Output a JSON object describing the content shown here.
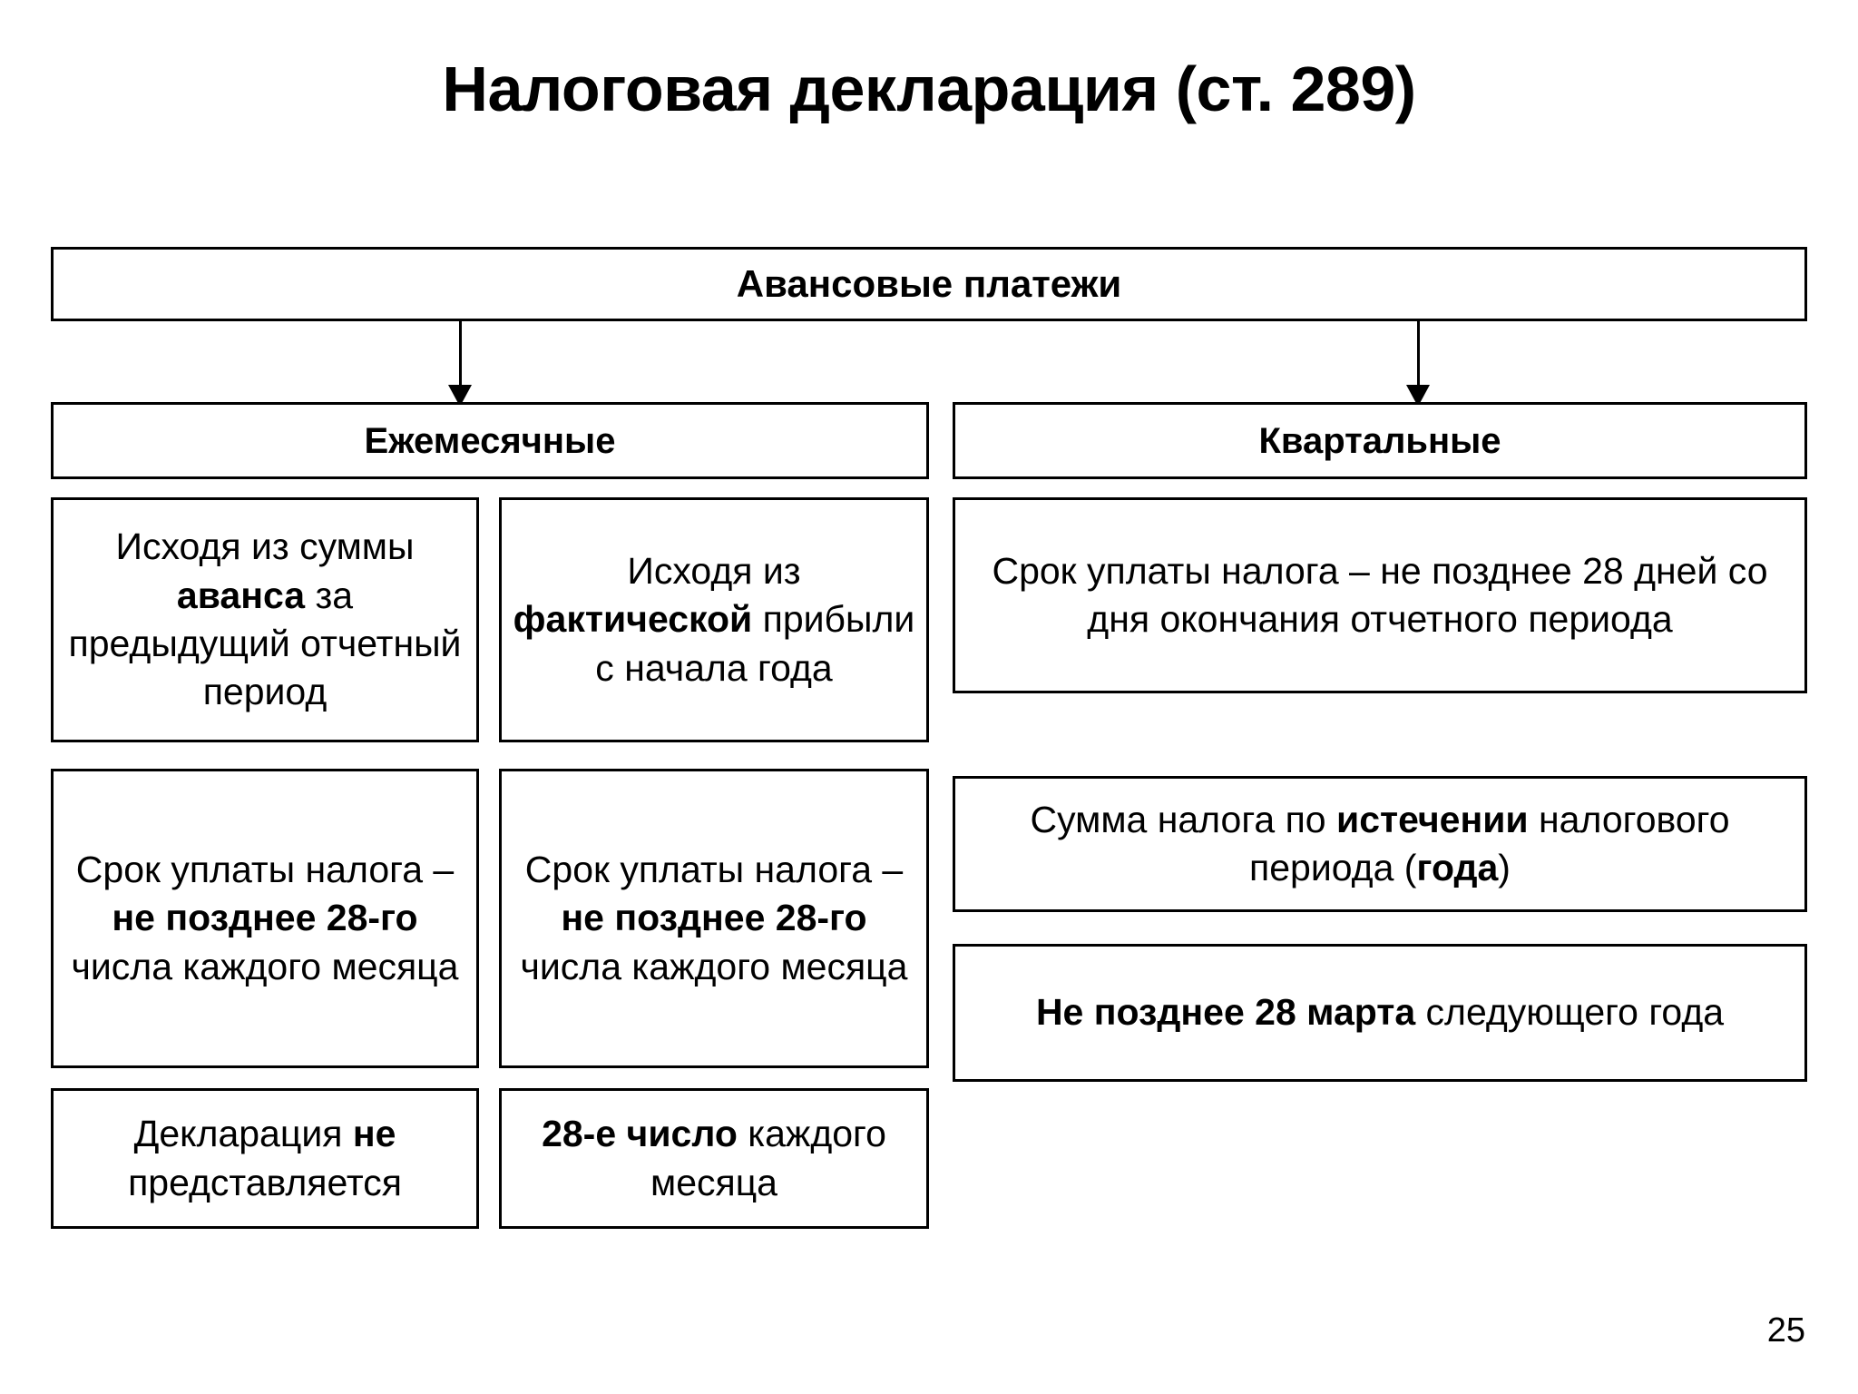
{
  "slide": {
    "title": "Налоговая декларация (ст. 289)",
    "page_number": "25"
  },
  "diagram": {
    "root": {
      "label": "Авансовые платежи"
    },
    "branches": [
      {
        "key": "monthly",
        "header": "Ежемесячные"
      },
      {
        "key": "quarterly",
        "header": "Квартальные"
      }
    ],
    "monthly_columns": [
      {
        "key": "from-advance",
        "cells": [
          {
            "key": "basis",
            "html": "Исходя из суммы <b>аванса</b> за предыдущий отчетный период"
          },
          {
            "key": "payment-term",
            "html": "Срок уплаты налога – <b>не позднее 28-го</b> числа каждого месяца"
          },
          {
            "key": "declaration",
            "html": "Декларация <b>не</b> представляется"
          }
        ]
      },
      {
        "key": "from-actual-profit",
        "cells": [
          {
            "key": "basis",
            "html": "Исходя из <b>фактической</b> прибыли с начала года"
          },
          {
            "key": "payment-term",
            "html": "Срок уплаты налога – <b>не позднее 28-го</b> числа каждого месяца"
          },
          {
            "key": "declaration",
            "html": "<b>28-е число</b> каждого месяца"
          }
        ]
      }
    ],
    "quarterly_cells": [
      {
        "key": "payment-term",
        "html": "Срок уплаты налога – не позднее 28 дней со дня окончания отчетного периода"
      },
      {
        "key": "tax-sum",
        "html": "Сумма налога по <b>истечении</b> налогового периода (<b>года</b>)"
      },
      {
        "key": "declaration",
        "html": "<b>Не позднее 28 марта</b> следующего года"
      }
    ]
  },
  "colors": {
    "ink": "#000000",
    "paper": "#ffffff"
  }
}
